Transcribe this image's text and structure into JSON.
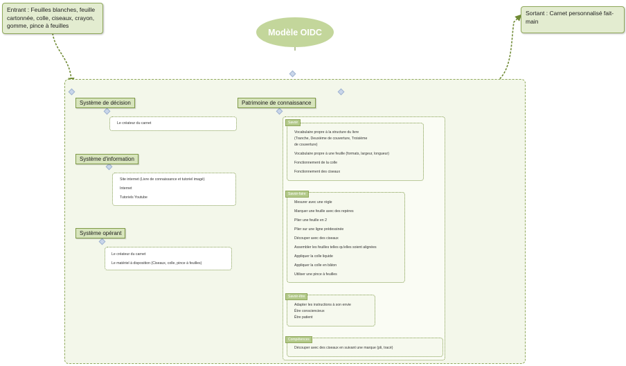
{
  "title": "Modèle OIDC",
  "entrant": "Entrant : Feuilles blanches, feuille cartonnée, colle, ciseaux, crayon, gomme, pince à feuilles",
  "sortant": "Sortant : Carnet personnalisé fait-main",
  "decision": {
    "label": "Système de décision",
    "items": [
      "Le créateur du carnet"
    ]
  },
  "information": {
    "label": "Système d'information",
    "items": [
      "Site internet (Livre de connaissance et tutoriel imagé)",
      "Internet",
      "Tutoriels Youtube"
    ]
  },
  "operant": {
    "label": "Système opérant",
    "items": [
      "Le créateur du carnet",
      "Le matériel à disposition (Ciseaux, colle, pince à feuilles)"
    ]
  },
  "patrimoine": {
    "label": "Patrimoine de connaissance",
    "savoir": {
      "tag": "Savoir",
      "items": [
        "Vocabulaire propre à la structure du livre",
        "(Tranche, Deuxième de couverture, Troisième",
        "de couverture)",
        "Vocabulaire propre à une feuille (formats, largeur, longueur)",
        "Fonctionnement de la colle",
        "Fonctionnement des ciseaux"
      ]
    },
    "savoir_faire": {
      "tag": "Savoir-faire",
      "items": [
        "Mesurer avec une règle",
        "Marquer une feuille avec des repères",
        "Plier une feuille en 2",
        "Plier sur une ligne prédessinée",
        "Découper avec des ciseaux",
        "Assembler les feuilles telles qu'elles soient alignées",
        "Appliquer la colle liquide",
        "Appliquer la colle en bâton",
        "Utiliser une pince à feuilles"
      ]
    },
    "savoir_etre": {
      "tag": "Savoir-être",
      "items": [
        "Adapter les instructions à son envie",
        "Être consciencieux",
        "Être patient"
      ]
    },
    "competences": {
      "tag": "Compétences",
      "items": [
        "Découper avec des ciseaux en suivant une marque (pli, tracé)"
      ]
    }
  },
  "colors": {
    "green_fill": "#e3ecd0",
    "green_border": "#8fa85a",
    "ellipse": "#c3d69b",
    "tag": "#b3c98a"
  }
}
